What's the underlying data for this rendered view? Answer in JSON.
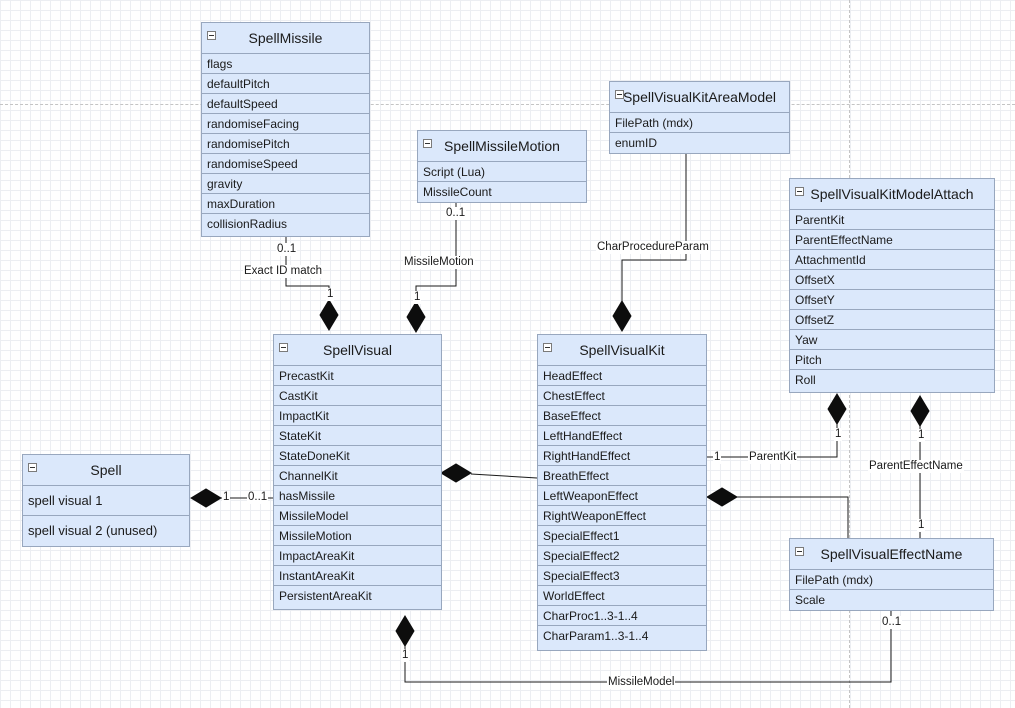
{
  "classes": {
    "spell_missile": {
      "title": "SpellMissile",
      "attrs": [
        "flags",
        "defaultPitch",
        "defaultSpeed",
        "randomiseFacing",
        "randomisePitch",
        "randomiseSpeed",
        "gravity",
        "maxDuration",
        "collisionRadius"
      ]
    },
    "spell_missile_motion": {
      "title": "SpellMissileMotion",
      "attrs": [
        "Script (Lua)",
        "MissileCount"
      ]
    },
    "area_model": {
      "title": "SpellVisualKitAreaModel",
      "attrs": [
        "FilePath (mdx)",
        "enumID"
      ]
    },
    "model_attach": {
      "title": "SpellVisualKitModelAttach",
      "attrs": [
        "ParentKit",
        "ParentEffectName",
        "AttachmentId",
        "OffsetX",
        "OffsetY",
        "OffsetZ",
        "Yaw",
        "Pitch",
        "Roll"
      ]
    },
    "spell_visual": {
      "title": "SpellVisual",
      "attrs": [
        "PrecastKit",
        "CastKit",
        "ImpactKit",
        "StateKit",
        "StateDoneKit",
        "ChannelKit",
        "hasMissile",
        "MissileModel",
        "MissileMotion",
        "ImpactAreaKit",
        "InstantAreaKit",
        "PersistentAreaKit"
      ]
    },
    "spell_visual_kit": {
      "title": "SpellVisualKit",
      "attrs": [
        "HeadEffect",
        "ChestEffect",
        "BaseEffect",
        "LeftHandEffect",
        "RightHandEffect",
        "BreathEffect",
        "LeftWeaponEffect",
        "RightWeaponEffect",
        "SpecialEffect1",
        "SpecialEffect2",
        "SpecialEffect3",
        "WorldEffect",
        "CharProc1..3-1..4",
        "CharParam1..3-1..4"
      ]
    },
    "spell": {
      "title": "Spell",
      "attrs": [
        "spell visual 1",
        "spell visual 2 (unused)"
      ]
    },
    "effect_name": {
      "title": "SpellVisualEffectName",
      "attrs": [
        "FilePath (mdx)",
        "Scale"
      ]
    }
  },
  "labels": {
    "missile_zero_one": "0..1",
    "exact_id_match": "Exact ID match",
    "missile_one": "1",
    "motion_zero_one": "0..1",
    "missile_motion": "MissileMotion",
    "motion_one": "1",
    "char_procedure_param": "CharProcedureParam",
    "spell_one": "1",
    "visual_zero_one": "0..1",
    "kit_one": "1",
    "parent_kit": "ParentKit",
    "attach_one_left": "1",
    "attach_one_right": "1",
    "parent_effect_name": "ParentEffectName",
    "effect_one": "1",
    "effect_zero_one": "0..1",
    "visual_bottom_one": "1",
    "missile_model": "MissileModel"
  }
}
